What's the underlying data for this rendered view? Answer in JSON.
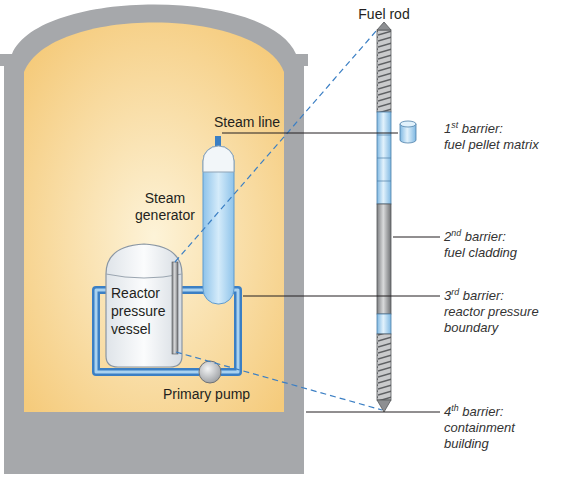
{
  "diagram": {
    "nodes": [
      {
        "text": [
          "Reactor pressure vessel"
        ]
      }
    ],
    "labels": [
      "Fuel rod",
      "Steam line",
      "1st barrier:",
      "fuel pellet matrix",
      "Steam generator",
      "2nd barrier:",
      "fuel cladding",
      "3rd barrier:",
      "reactor pressure boundary",
      "Primary pump",
      "4th barrier:",
      "containment building"
    ]
  }
}
